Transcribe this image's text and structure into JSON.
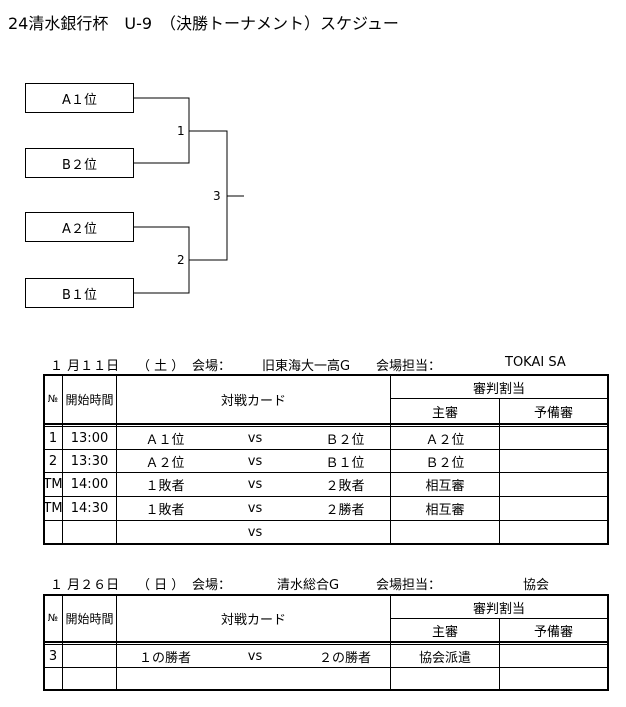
{
  "title": "24清水銀行杯　U-9　（決勝トーナメント）スケジュー",
  "bracket": {
    "teams": [
      "A１位",
      "B２位",
      "A２位",
      "B１位"
    ],
    "match_numbers": [
      "1",
      "2",
      "3"
    ]
  },
  "day1": {
    "date": "１ 月１１日",
    "weekday": "（ 土 ）",
    "venue_label": "会場：",
    "venue": "旧東海大一高G",
    "manager_label": "会場担当：",
    "manager": "TOKAI SA",
    "headers": {
      "no": "№",
      "time": "開始時間",
      "card": "対戦カード",
      "referee": "審判割当",
      "main": "主審",
      "reserve": "予備審"
    },
    "rows": [
      {
        "no": "1",
        "time": "13:00",
        "home": "Ａ１位",
        "vs": "vs",
        "away": "Ｂ２位",
        "main": "Ａ２位",
        "reserve": ""
      },
      {
        "no": "2",
        "time": "13:30",
        "home": "Ａ２位",
        "vs": "vs",
        "away": "Ｂ１位",
        "main": "Ｂ２位",
        "reserve": ""
      },
      {
        "no": "TM",
        "time": "14:00",
        "home": "１敗者",
        "vs": "vs",
        "away": "２敗者",
        "main": "相互審",
        "reserve": ""
      },
      {
        "no": "TM",
        "time": "14:30",
        "home": "１敗者",
        "vs": "vs",
        "away": "２勝者",
        "main": "相互審",
        "reserve": ""
      },
      {
        "no": "",
        "time": "",
        "home": "",
        "vs": "vs",
        "away": "",
        "main": "",
        "reserve": ""
      }
    ]
  },
  "day2": {
    "date": "１ 月２６日",
    "weekday": "（ 日 ）",
    "venue_label": "会場：",
    "venue": "清水総合G",
    "manager_label": "会場担当：",
    "manager": "協会",
    "headers": {
      "no": "№",
      "time": "開始時間",
      "card": "対戦カード",
      "referee": "審判割当",
      "main": "主審",
      "reserve": "予備審"
    },
    "rows": [
      {
        "no": "3",
        "time": "",
        "home": "１の勝者",
        "vs": "vs",
        "away": "２の勝者",
        "main": "協会派遣",
        "reserve": ""
      },
      {
        "no": "",
        "time": "",
        "home": "",
        "vs": "",
        "away": "",
        "main": "",
        "reserve": ""
      }
    ]
  }
}
